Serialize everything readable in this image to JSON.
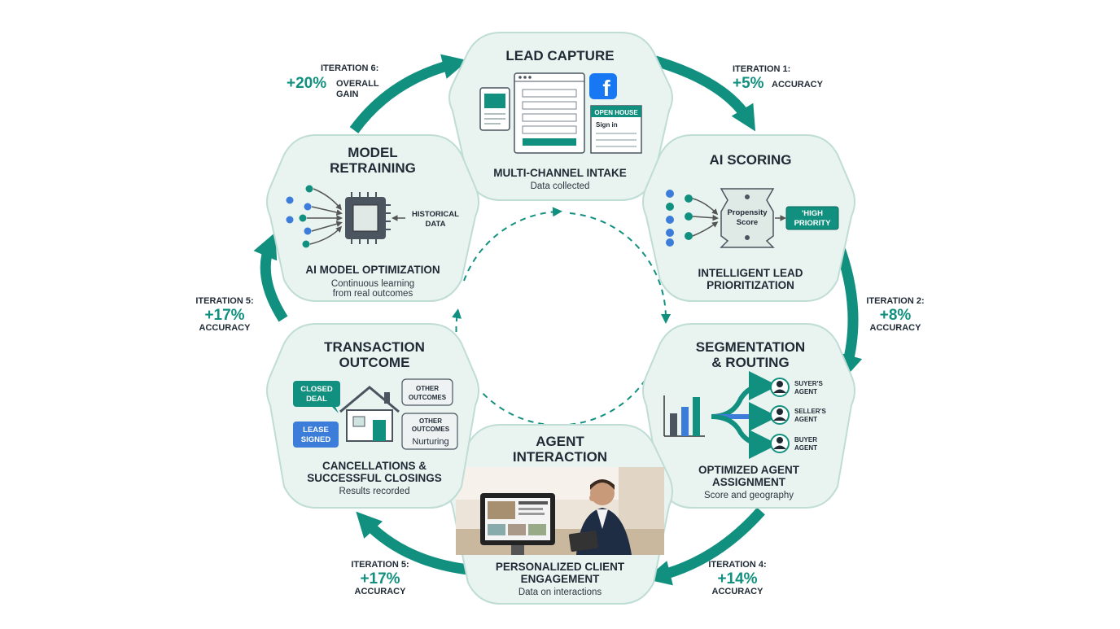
{
  "colors": {
    "teal": "#12907f",
    "hexFill": "#e9f4f1",
    "hexStroke": "#bfdcd5",
    "ink": "#1f2a35",
    "blue": "#3b7dd8"
  },
  "stages": {
    "lead": {
      "title": "LEAD CAPTURE",
      "caption": "MULTI-CHANNEL INTAKE",
      "sub": "Data collected",
      "open_house": "OPEN HOUSE",
      "sign_in": "Sign in",
      "fb": "f"
    },
    "scoring": {
      "title": "AI SCORING",
      "caption1": "INTELLIGENT LEAD",
      "caption2": "PRIORITIZATION",
      "box1": "Propensity",
      "box2": "Score",
      "tag1": "'HIGH",
      "tag2": "PRIORITY"
    },
    "seg": {
      "title1": "SEGMENTATION",
      "title2": "& ROUTING",
      "caption1": "OPTIMIZED AGENT",
      "caption2": "ASSIGNMENT",
      "sub": "Score and geography",
      "agents": [
        [
          "SUYER'S",
          "AGENT"
        ],
        [
          "SELLER'S",
          "AGENT"
        ],
        [
          "BUYER",
          "AGENT"
        ]
      ]
    },
    "agent": {
      "title1": "AGENT",
      "title2": "INTERACTION",
      "caption1": "PERSONALIZED CLIENT",
      "caption2": "ENGAGEMENT",
      "sub": "Data on interactions"
    },
    "outcome": {
      "title1": "TRANSACTION",
      "title2": "OUTCOME",
      "caption1": "CANCELLATIONS &",
      "caption2": "SUCCESSFUL CLOSINGS",
      "sub": "Results recorded",
      "closed1": "CLOSED",
      "closed2": "DEAL",
      "lease1": "LEASE",
      "lease2": "SIGNED",
      "other1a": "OTHER",
      "other1b": "OUTCOMES",
      "other2a": "OTHER",
      "other2b": "OUTCOMES",
      "nurturing": "Nurturing"
    },
    "retrain": {
      "title1": "MODEL",
      "title2": "RETRAINING",
      "caption": "AI MODEL OPTIMIZATION",
      "sub1": "Continuous learning",
      "sub2": "from real outcomes",
      "hist1": "HISTORICAL",
      "hist2": "DATA"
    }
  },
  "iterations": [
    {
      "head": "ITERATION 1:",
      "value": "+5%",
      "label": "ACCURACY"
    },
    {
      "head": "ITERATION 2:",
      "value": "+8%",
      "label": "ACCURACY"
    },
    {
      "head": "ITERATION 4:",
      "value": "+14%",
      "label": "ACCURACY"
    },
    {
      "head": "ITERATION 5:",
      "value": "+17%",
      "label": "ACCURACY"
    },
    {
      "head": "ITERATION 5:",
      "value": "+17%",
      "label": "ACCURACY"
    },
    {
      "head": "ITERATION 6:",
      "value": "+20%",
      "label1": "OVERALL",
      "label2": "GAIN"
    }
  ]
}
